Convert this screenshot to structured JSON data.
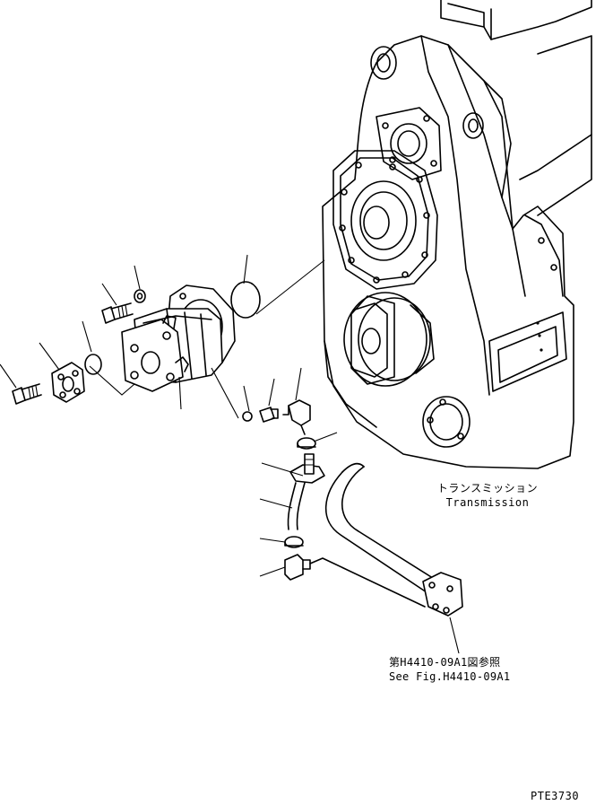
{
  "drawing": {
    "transmission_label_jp": "トランスミッション",
    "transmission_label_en": "Transmission",
    "reference_jp": "第H4410-09A1図参照",
    "reference_en": "See Fig.H4410-09A1",
    "figure_code": "PTE3730"
  }
}
